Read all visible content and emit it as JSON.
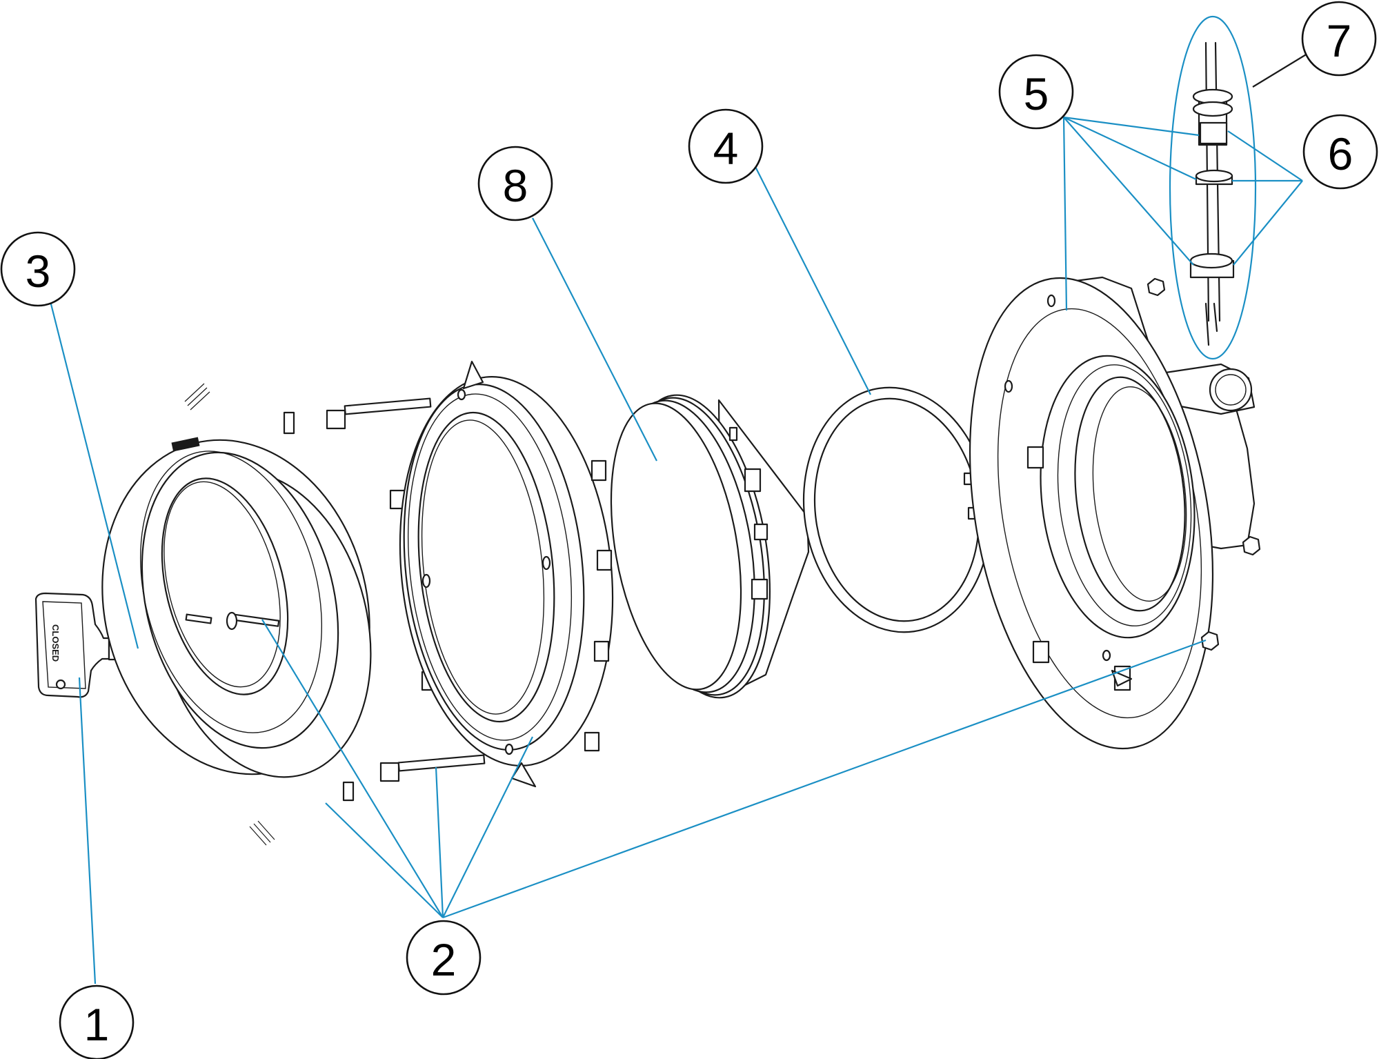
{
  "diagram": {
    "callouts": [
      {
        "id": "1",
        "label": "1"
      },
      {
        "id": "2",
        "label": "2"
      },
      {
        "id": "3",
        "label": "3"
      },
      {
        "id": "4",
        "label": "4"
      },
      {
        "id": "5",
        "label": "5"
      },
      {
        "id": "6",
        "label": "6"
      },
      {
        "id": "7",
        "label": "7"
      },
      {
        "id": "8",
        "label": "8"
      }
    ],
    "key_marking": "CLOSED",
    "colors": {
      "leader_line": "#1a8fc4",
      "outline": "#1a1a1a",
      "background": "#ffffff"
    }
  }
}
